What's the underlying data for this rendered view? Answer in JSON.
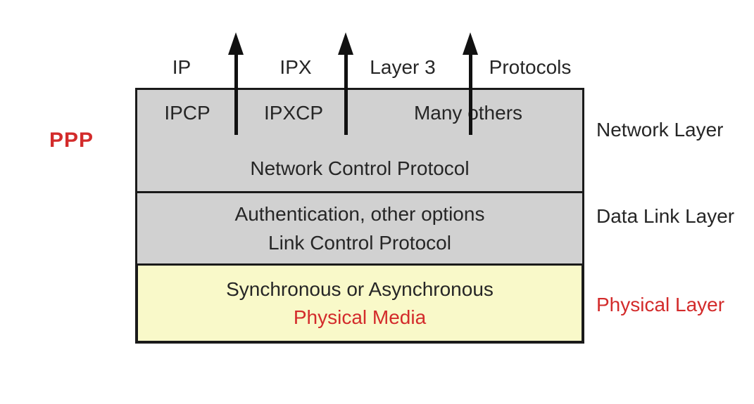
{
  "diagram": {
    "ppp_label": "PPP",
    "top_labels": [
      "IP",
      "IPX",
      "Layer 3",
      "Protocols"
    ],
    "ncp": {
      "cells": [
        "IPCP",
        "IPXCP",
        "Many others"
      ],
      "label": "Network Control Protocol"
    },
    "lcp": {
      "line1": "Authentication, other options",
      "line2": "Link Control Protocol"
    },
    "physical_box": {
      "line1": "Synchronous or Asynchronous",
      "line2": "Physical Media"
    },
    "layer_labels": {
      "network": "Network Layer",
      "data_link": "Data Link Layer",
      "physical": "Physical Layer"
    },
    "colors": {
      "box_gray": "#d1d1d1",
      "box_yellow": "#f9f9c9",
      "accent_red": "#d32b2b",
      "line_black": "#1a1a1a",
      "text_dark": "#262626"
    }
  }
}
